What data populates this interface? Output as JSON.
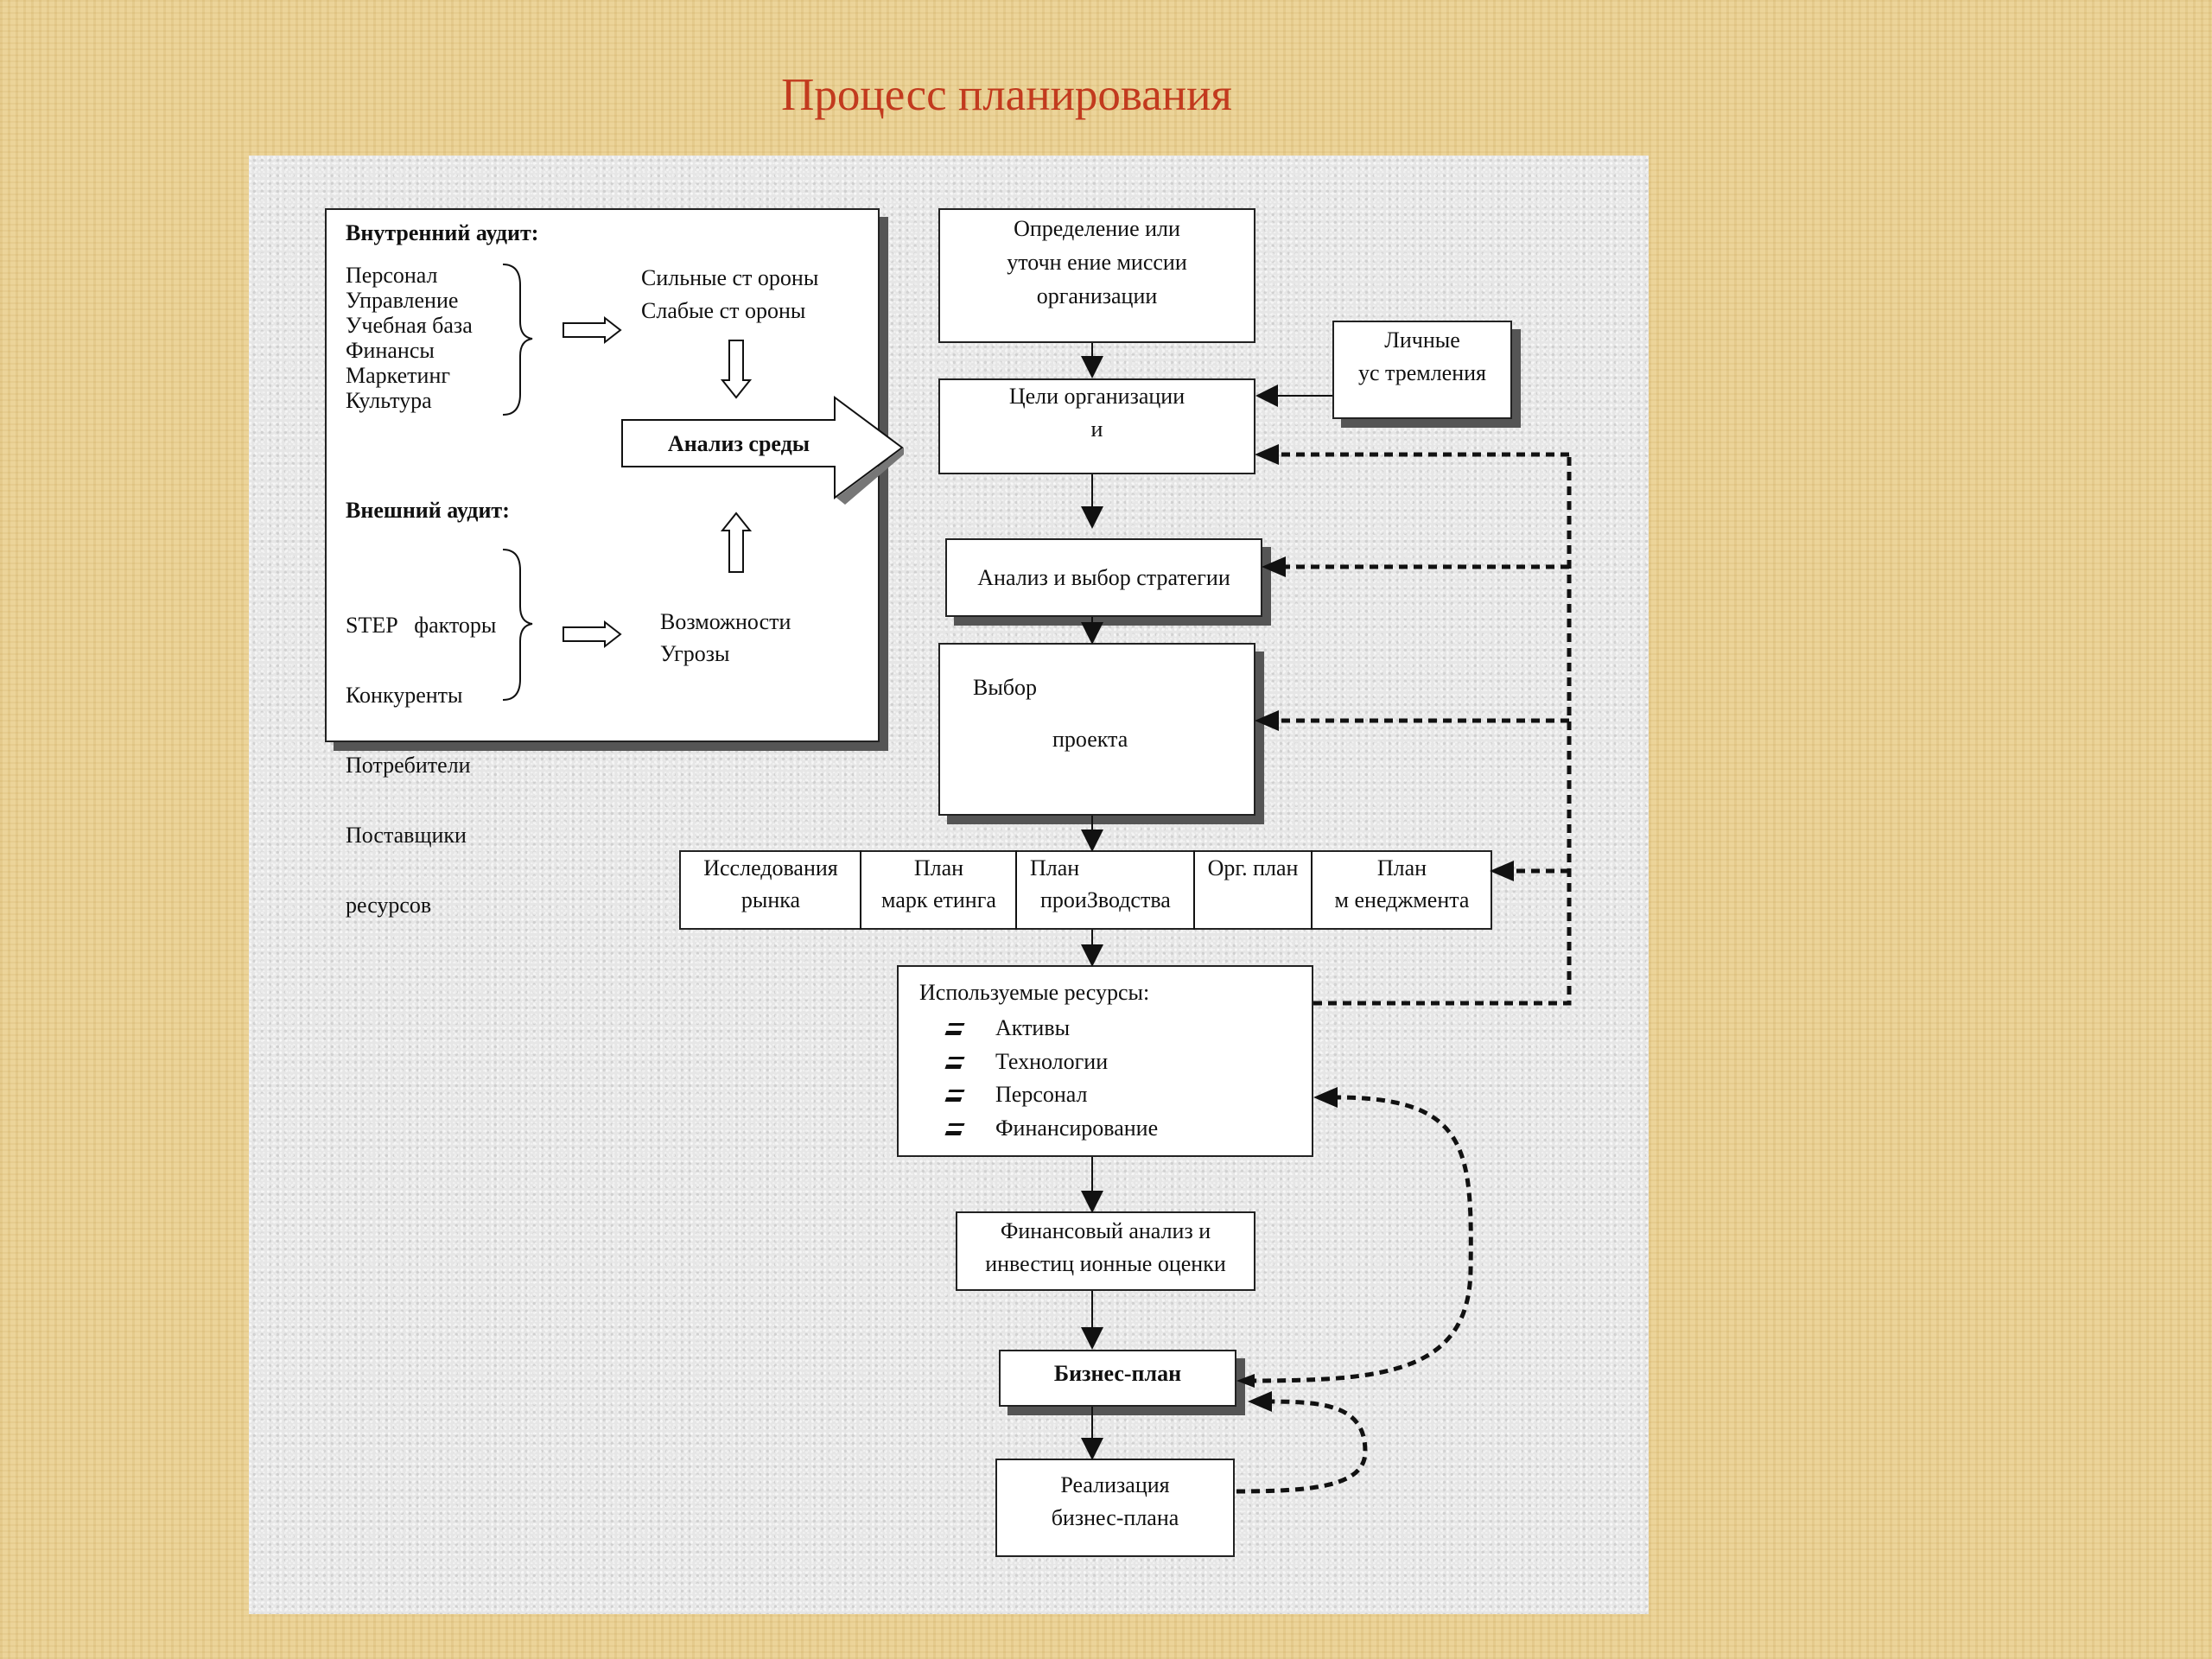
{
  "title": "Процесс планирования",
  "audit": {
    "internal_heading": "Внутренний аудит:",
    "internal_items": [
      "Персонал",
      "Управление",
      "Учебная база",
      "Финансы",
      "Маркетинг",
      "Культура"
    ],
    "strengths": "Сильные ст ороны",
    "weaknesses": "Слабые ст ороны",
    "env_analysis": "Анализ среды",
    "external_heading": "Внешний аудит:",
    "external_items": [
      "STEP   факторы",
      "Конкуренты",
      "Потребители",
      "Поставщики",
      "ресурсов"
    ],
    "opportunities": "Возможности",
    "threats": "Угрозы"
  },
  "flow": {
    "mission": "Определение или уточн ение миссии организации",
    "mission_lines": [
      "Определение или",
      "уточн ение миссии",
      "организации"
    ],
    "personal_lines": [
      "Личные",
      "ус тремления"
    ],
    "goals_lines": [
      "Цели организации",
      "и"
    ],
    "strategy": "Анализ и выбор стратегии",
    "project_line1": "Выбор",
    "project_line2": "проекта",
    "plans": [
      {
        "lines": [
          "Исследования",
          "рынка"
        ]
      },
      {
        "lines": [
          "План",
          "марк етинга"
        ]
      },
      {
        "lines": [
          "План",
          "проиЗводства"
        ]
      },
      {
        "lines": [
          "Орг. план",
          ""
        ]
      },
      {
        "lines": [
          "План",
          "м енеджмента"
        ]
      }
    ],
    "resources_heading": "Используемые ресурсы:",
    "resources": [
      "Активы",
      "Технологии",
      "Персонал",
      "Финансирование"
    ],
    "finance_lines": [
      "Финансовый анализ и",
      "инвестиц ионные оценки"
    ],
    "business_plan": "Бизнес-план",
    "realization_lines": [
      "Реализация",
      "бизнес-плана"
    ]
  }
}
